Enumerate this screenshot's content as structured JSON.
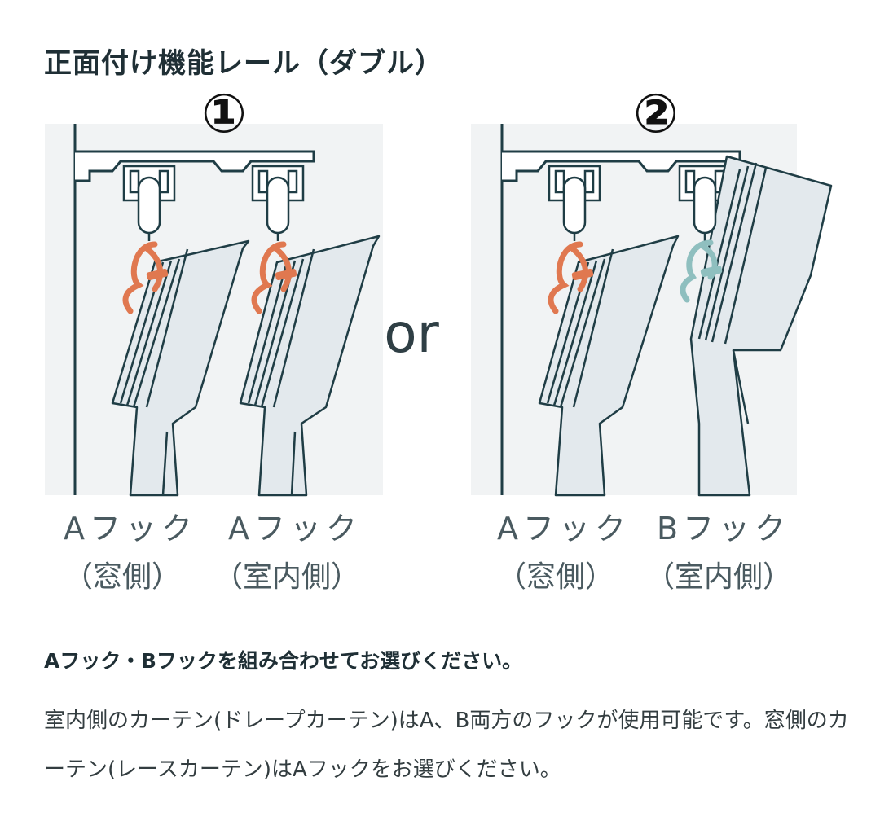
{
  "title": "正面付け機能レール（ダブル）",
  "options": [
    {
      "number": "①",
      "left_hook": "Aフック",
      "left_side": "（窓側）",
      "right_hook": "Aフック",
      "right_side": "（室内側）"
    },
    {
      "number": "②",
      "left_hook": "Aフック",
      "left_side": "（窓側）",
      "right_hook": "Bフック",
      "right_side": "（室内側）"
    }
  ],
  "or_label": "or",
  "subheading": "Aフック・Bフックを組み合わせてお選びください。",
  "description": "室内側のカーテン(ドレープカーテン)はA、B両方のフックが使用可能です。窓側のカーテン(レースカーテン)はAフックをお選びください。",
  "colors": {
    "panel_bg": "#f1f3f4",
    "line": "#1f3d45",
    "curtain": "#e3e9ed",
    "hook_a": "#e07850",
    "hook_b": "#8fbfbf"
  }
}
